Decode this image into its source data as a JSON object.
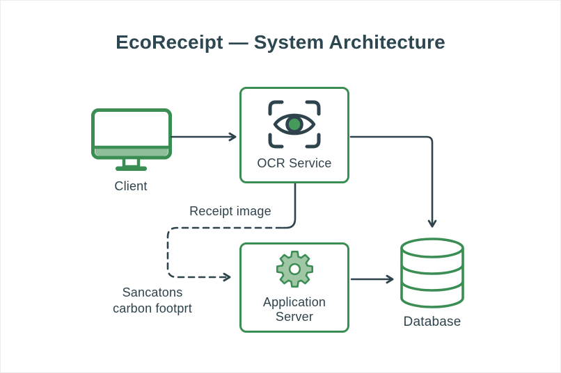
{
  "title": "EcoReceipt — System Architecture",
  "colors": {
    "green_stroke": "#3b8e53",
    "green_fill_light": "#9fc7a5",
    "green_fill_chin": "#8fbf9a",
    "pupil_green": "#459a5c",
    "ink_dark": "#2e434c",
    "background": "#ffffff"
  },
  "nodes": {
    "client": {
      "label": "Client",
      "icon": "desktop-monitor"
    },
    "ocr_service": {
      "label": "OCR Service",
      "icon": "eye-in-scan-frame"
    },
    "application_server": {
      "label_line1": "Application",
      "label_line2": "Server",
      "icon": "gear"
    },
    "database": {
      "label": "Database",
      "icon": "database-cylinder"
    }
  },
  "edge_labels": {
    "receipt_image": "Receipt image",
    "sanctions_line1": "Sancatons",
    "sanctions_line2": "carbon footprt"
  },
  "edges": [
    {
      "from": "Client",
      "to": "OCR Service",
      "style": "solid"
    },
    {
      "from": "OCR Service",
      "to": "Database",
      "style": "solid"
    },
    {
      "from": "OCR Service",
      "to": "Application Server",
      "style": "dashed",
      "label": "Receipt image"
    },
    {
      "from": "Application Server",
      "to": "Database",
      "style": "solid",
      "label": "Sancatons carbon footprt"
    }
  ]
}
